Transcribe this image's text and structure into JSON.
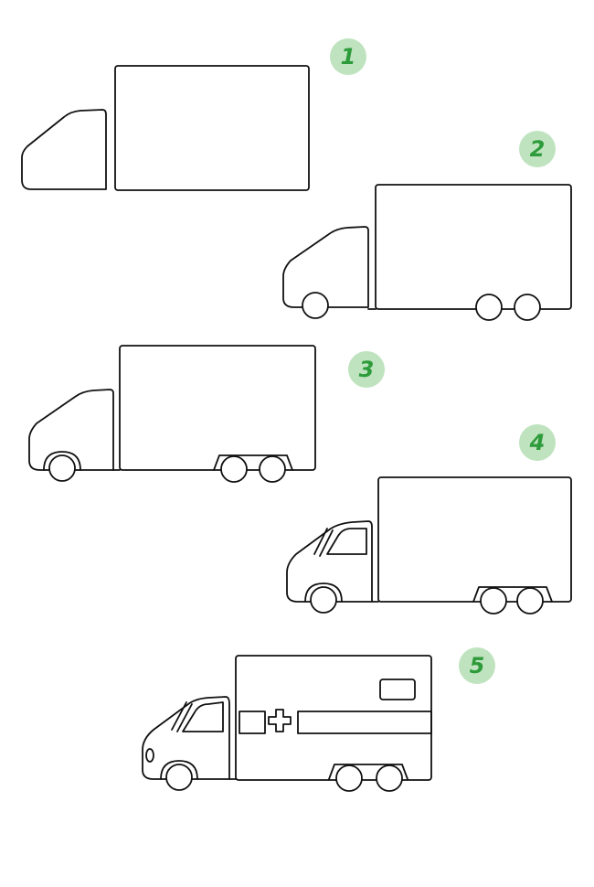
{
  "steps": [
    {
      "number": "1"
    },
    {
      "number": "2"
    },
    {
      "number": "3"
    },
    {
      "number": "4"
    },
    {
      "number": "5"
    }
  ],
  "colors": {
    "badge_bg": "#bfe3bf",
    "badge_text": "#2e9b3b",
    "line": "#111111",
    "background": "#ffffff"
  }
}
